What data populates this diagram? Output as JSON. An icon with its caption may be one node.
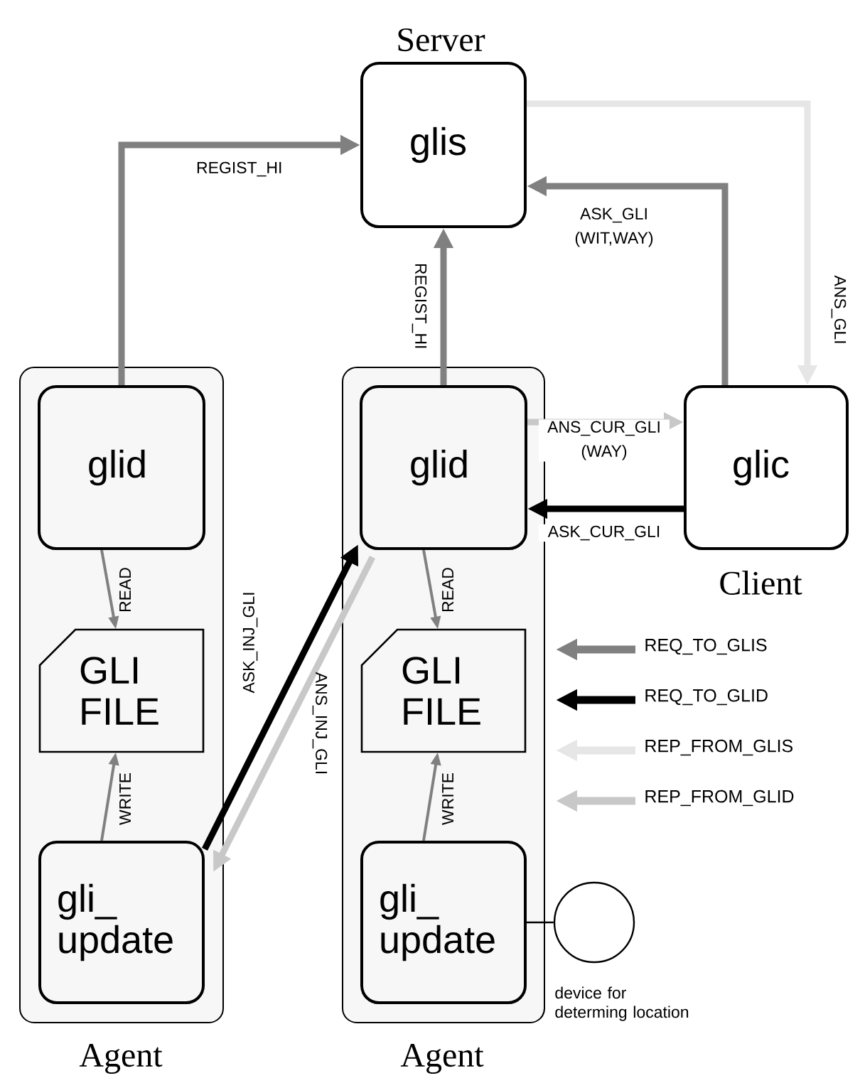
{
  "diagram": {
    "nodes": [
      {
        "text": [
          "glis"
        ],
        "beside": [
          "Server"
        ]
      },
      {
        "text": [],
        "shape": "box",
        "beside": [
          "Agent"
        ]
      },
      {
        "text": [
          "glid"
        ],
        "in": 1
      },
      {
        "text": [
          "GLI FILE"
        ],
        "in": 1
      },
      {
        "text": [
          "gli_update"
        ],
        "in": 1
      },
      {
        "text": [],
        "shape": "box",
        "beside": [
          "Agent"
        ]
      },
      {
        "text": [
          "glid"
        ],
        "in": 5
      },
      {
        "text": [
          "GLI FILE"
        ],
        "in": 5
      },
      {
        "text": [
          "gli_update"
        ],
        "in": 5
      },
      {
        "text": [
          "glic"
        ],
        "beside": [
          "Client"
        ]
      },
      {
        "text": [],
        "shape": "circle",
        "beside": [
          "device for determing location"
        ]
      }
    ],
    "edges": [
      {
        "from": 2,
        "to": 0,
        "arrow": "to",
        "label": "REGIST_HI"
      },
      {
        "from": 6,
        "to": 0,
        "arrow": "to",
        "label": "REGIST_HI"
      },
      {
        "from": 9,
        "to": 0,
        "arrow": "to",
        "label": "ASK_GLI (WIT,WAY)"
      },
      {
        "from": 0,
        "to": 9,
        "arrow": "to",
        "label": "ANS_GLI",
        "color": "#e6e6e6"
      },
      {
        "from": 6,
        "to": 9,
        "arrow": "to",
        "label": "ANS_CUR_GLI (WAY)",
        "color": "#c8c8c8"
      },
      {
        "from": 9,
        "to": 6,
        "arrow": "to",
        "label": "ASK_CUR_GLI",
        "color": "#000000"
      },
      {
        "from": 2,
        "to": 3,
        "arrow": "to",
        "label": "READ"
      },
      {
        "from": 4,
        "to": 3,
        "arrow": "to",
        "label": "WRITE"
      },
      {
        "from": 6,
        "to": 7,
        "arrow": "to",
        "label": "READ"
      },
      {
        "from": 8,
        "to": 7,
        "arrow": "to",
        "label": "WRITE"
      },
      {
        "from": 4,
        "to": 6,
        "arrow": "to",
        "label": "ASK_INJ_GLI",
        "color": "#000000"
      },
      {
        "from": 6,
        "to": 4,
        "arrow": "to",
        "label": "ANS_INJ_GLI",
        "color": "#c8c8c8"
      },
      {
        "from": 8,
        "to": 10,
        "arrow": "none",
        "color": "#000000"
      }
    ],
    "legend": [
      {
        "text": "REQ_TO_GLIS"
      },
      {
        "text": "REQ_TO_GLID"
      },
      {
        "text": "REP_FROM_GLIS"
      },
      {
        "text": "REP_FROM_GLID"
      }
    ]
  }
}
